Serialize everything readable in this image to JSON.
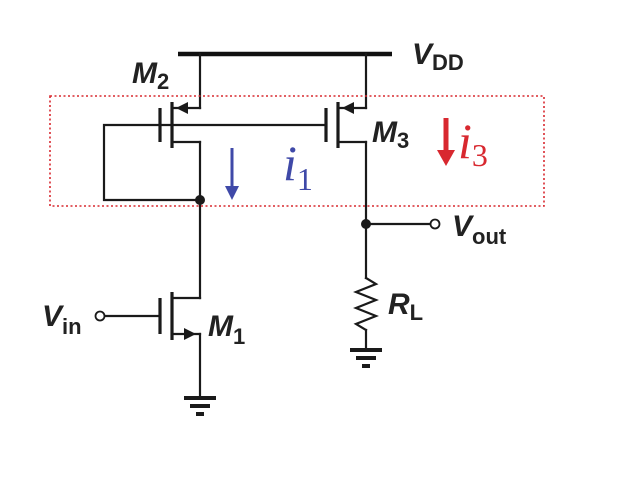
{
  "labels": {
    "m2": "M",
    "m2_sub": "2",
    "m3": "M",
    "m3_sub": "3",
    "m1": "M",
    "m1_sub": "1",
    "vdd": "V",
    "vdd_sub": "DD",
    "vin": "V",
    "vin_sub": "in",
    "vout": "V",
    "vout_sub": "out",
    "rl": "R",
    "rl_sub": "L",
    "i1": "i",
    "i1_sub": "1",
    "i3": "i",
    "i3_sub": "3"
  },
  "colors": {
    "i1_current": "#3f49a8",
    "i3_current": "#d8282f",
    "highlight_box": "#d8282f"
  }
}
